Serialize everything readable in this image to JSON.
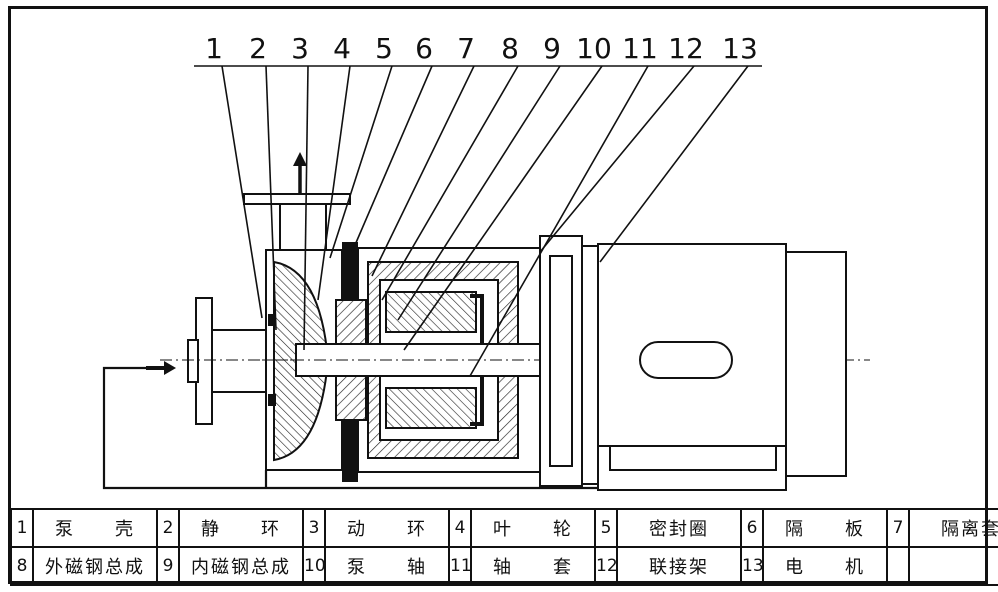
{
  "callouts": [
    "1",
    "2",
    "3",
    "4",
    "5",
    "6",
    "7",
    "8",
    "9",
    "10",
    "11",
    "12",
    "13"
  ],
  "legend_rows": [
    [
      {
        "num": "1",
        "name": "泵　　壳"
      },
      {
        "num": "2",
        "name": "静　　环"
      },
      {
        "num": "3",
        "name": "动　　环"
      },
      {
        "num": "4",
        "name": "叶　　轮"
      },
      {
        "num": "5",
        "name": "密封圈"
      },
      {
        "num": "6",
        "name": "隔　　板"
      },
      {
        "num": "7",
        "name": "隔离套"
      }
    ],
    [
      {
        "num": "8",
        "name": "外磁钢总成"
      },
      {
        "num": "9",
        "name": "内磁钢总成"
      },
      {
        "num": "10",
        "name": "泵　　轴"
      },
      {
        "num": "11",
        "name": "轴　　套"
      },
      {
        "num": "12",
        "name": "联接架"
      },
      {
        "num": "13",
        "name": "电　　机"
      },
      {
        "num": "",
        "name": ""
      }
    ]
  ]
}
